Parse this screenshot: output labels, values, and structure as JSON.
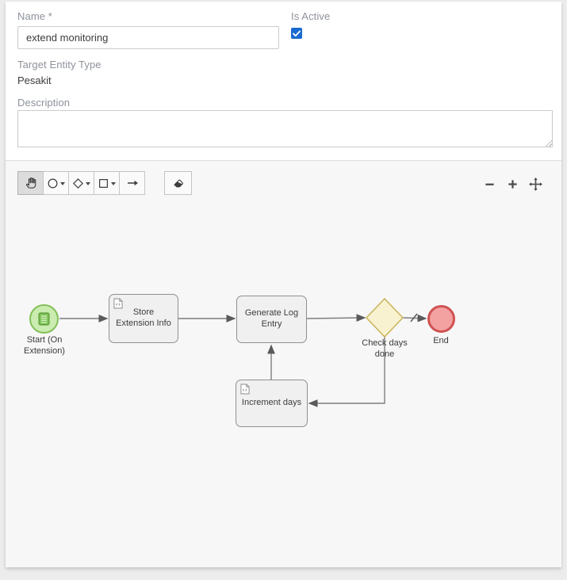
{
  "window": {
    "background": "#ececec",
    "panel_background": "#ffffff",
    "canvas_background": "#f7f7f7",
    "accent_blue": "#1a6ad1"
  },
  "form": {
    "name_label": "Name *",
    "name_value": "extend monitoring",
    "is_active_label": "Is Active",
    "is_active_checked": true,
    "target_entity_type_label": "Target Entity Type",
    "target_entity_type_value": "Pesakit",
    "description_label": "Description",
    "description_value": ""
  },
  "toolbar": {
    "tools": [
      {
        "name": "pan-hand-tool",
        "active": true
      },
      {
        "name": "add-event-circle-tool",
        "has_dropdown": true
      },
      {
        "name": "add-gateway-diamond-tool",
        "has_dropdown": true
      },
      {
        "name": "add-task-rectangle-tool",
        "has_dropdown": true
      },
      {
        "name": "add-connector-arrow-tool",
        "has_dropdown": false
      },
      {
        "name": "eraser-tool",
        "has_dropdown": false
      }
    ],
    "zoom_controls": [
      {
        "name": "zoom-out"
      },
      {
        "name": "zoom-in"
      },
      {
        "name": "pan-move"
      }
    ]
  },
  "diagram": {
    "nodes": [
      {
        "id": "start",
        "type": "start-event",
        "label": "Start (On Extension)",
        "fill": "#cbecb0",
        "border": "#83bf58"
      },
      {
        "id": "store",
        "type": "script-task",
        "label": "Store Extension Info",
        "fill": "#f0f0f0",
        "border": "#909090"
      },
      {
        "id": "generate",
        "type": "task",
        "label": "Generate Log Entry",
        "fill": "#f0f0f0",
        "border": "#909090"
      },
      {
        "id": "increment",
        "type": "script-task",
        "label": "Increment days",
        "fill": "#f0f0f0",
        "border": "#909090"
      },
      {
        "id": "check",
        "type": "exclusive-gateway",
        "label": "Check days done",
        "fill": "#f8f2d0",
        "border": "#c9b35a"
      },
      {
        "id": "end",
        "type": "end-event",
        "label": "End",
        "fill": "#f3a1a1",
        "border": "#d05252"
      }
    ],
    "edges": [
      {
        "from": "start",
        "to": "store"
      },
      {
        "from": "store",
        "to": "generate"
      },
      {
        "from": "generate",
        "to": "check"
      },
      {
        "from": "check",
        "to": "end",
        "marker": "default-flow-slash"
      },
      {
        "from": "check",
        "to": "increment"
      },
      {
        "from": "increment",
        "to": "generate"
      }
    ]
  }
}
